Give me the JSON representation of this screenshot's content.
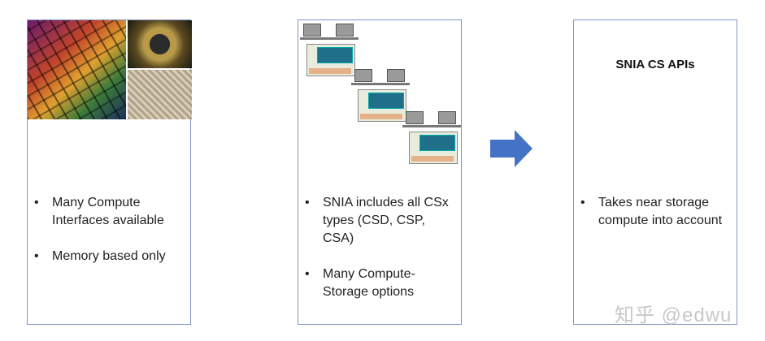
{
  "panel1": {
    "bullets": [
      "Many Compute Interfaces available",
      "Memory based only"
    ]
  },
  "panel2": {
    "bullets": [
      "SNIA includes all CSx types (CSD, CSP, CSA)",
      "Many Compute-Storage options"
    ]
  },
  "panel3": {
    "title": "SNIA CS APIs",
    "bullets": [
      "Takes near storage compute into account"
    ]
  },
  "arrow_color": "#4472c4",
  "watermark": "知乎 @edwu"
}
